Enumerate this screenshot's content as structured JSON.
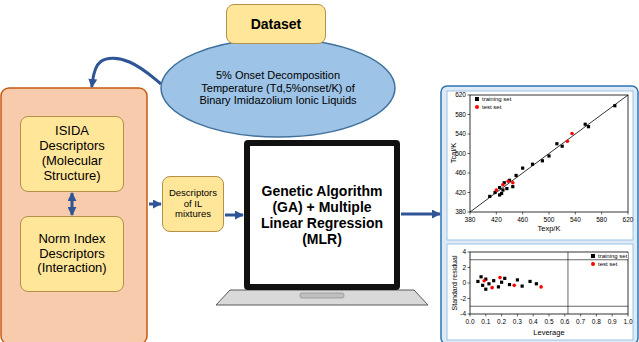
{
  "diagram": {
    "nodes": [
      {
        "text": [
          "Dataset"
        ]
      },
      {
        "text": [
          "5% Onset Decomposition Temperature (Td,5%onset/K) of Binary Imidazolium Ionic Liquids"
        ]
      },
      {
        "text": []
      },
      {
        "text": [
          "ISIDA Descriptors (Molecular Structure)"
        ],
        "in": 2
      },
      {
        "text": [
          "Norm Index Descriptors (Interaction)"
        ],
        "in": 2
      },
      {
        "text": [
          "Descriptors of IL mixtures"
        ]
      },
      {
        "text": [
          "Genetic Algorithm (GA) + Multiple Linear Regression (MLR)"
        ]
      },
      {
        "text": []
      }
    ],
    "edges": [
      {
        "from": 1,
        "to": 2,
        "arrow": "to"
      },
      {
        "from": 3,
        "to": 4,
        "arrow": "both"
      },
      {
        "from": 2,
        "to": 5,
        "arrow": "to"
      },
      {
        "from": 5,
        "to": 6,
        "arrow": "to"
      },
      {
        "from": 6,
        "to": 7,
        "arrow": "to"
      }
    ],
    "labels": [
      "Tcal/K",
      "Texp/K",
      "380",
      "420",
      "460",
      "500",
      "540",
      "580",
      "620",
      "380",
      "420",
      "460",
      "500",
      "540",
      "580",
      "620",
      "Standard residual",
      "Leverage",
      "4",
      "2",
      "0",
      "-2",
      "-4",
      "0.0",
      "0.1",
      "0.2",
      "0.3",
      "0.4",
      "0.5",
      "0.6",
      "0.7",
      "0.8",
      "0.9",
      "1.0"
    ],
    "legend": [
      {
        "text": "training set",
        "color": "#000000"
      },
      {
        "text": "test set",
        "color": "#ff0000"
      },
      {
        "text": "training set",
        "color": "#000000"
      },
      {
        "text": "test set",
        "color": "#ff0000"
      }
    ]
  }
}
